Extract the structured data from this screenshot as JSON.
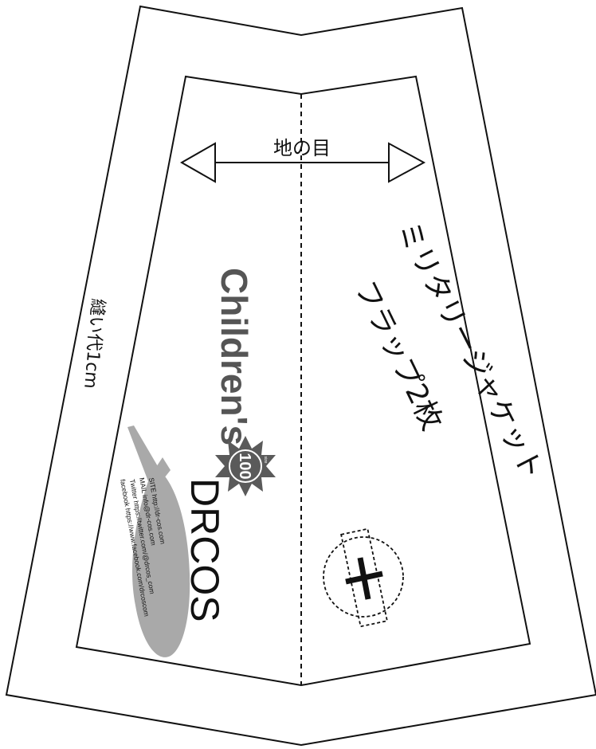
{
  "grain_label": "地の目",
  "seam_allowance_label": "縫い代1cm",
  "part_name_line1": "ミリタリージャケット",
  "part_name_line2": "フラップ2枚",
  "size_label": "Children's",
  "size_badge_number": "100",
  "size_badge_small": "size",
  "brand": {
    "logo": "DRCOS",
    "site": "SITE http://dr-cos.com",
    "mail": "MAIL info@dr-cos.com",
    "twitter": "Twitter https://twitter.com/@drcos_com",
    "facebook": "facebook https://www.facebook.com/drcoscom"
  },
  "colors": {
    "line": "#111111",
    "logo_gray": "#a9a9a9",
    "badge_gray": "#5a5a5a",
    "children_gray": "#555555"
  },
  "icons": [
    "grain-arrow-icon",
    "button-hole-marker-icon",
    "size-badge-icon",
    "logo-leaf-icon"
  ]
}
